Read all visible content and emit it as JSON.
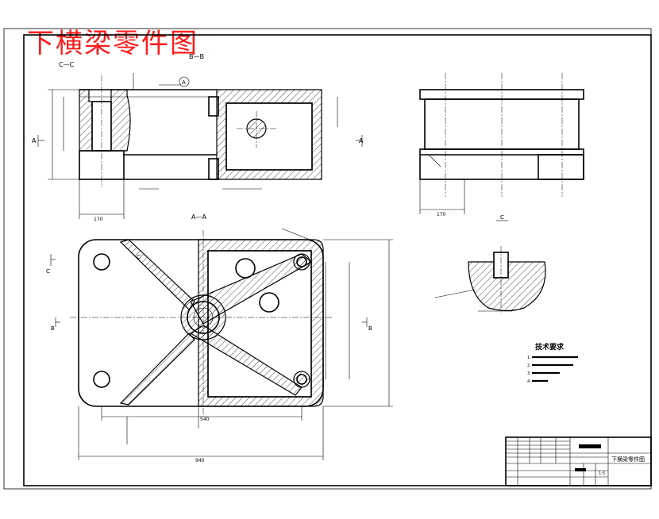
{
  "drawing": {
    "title": "下横梁零件图",
    "section_labels": {
      "cc": "C—C",
      "bb": "B—B",
      "aa": "A—A",
      "c_small": "C",
      "c_marker": "C",
      "a_left": "A",
      "a_right": "A",
      "b_left": "B",
      "b_right": "B",
      "circle_a": "A"
    },
    "dimensions": {
      "top_left_width": "170",
      "top_mid_width": "170",
      "plan_width": "940",
      "plan_inner_width": "540"
    },
    "technical_requirements": {
      "heading": "技术要求",
      "items": [
        "1.",
        "2.",
        "3.",
        "4."
      ]
    },
    "title_block": {
      "part_name": "下横梁零件图",
      "ratio": "1:5"
    }
  },
  "colors": {
    "title": "#ff1a1a",
    "line": "#000000",
    "background": "#ffffff"
  }
}
